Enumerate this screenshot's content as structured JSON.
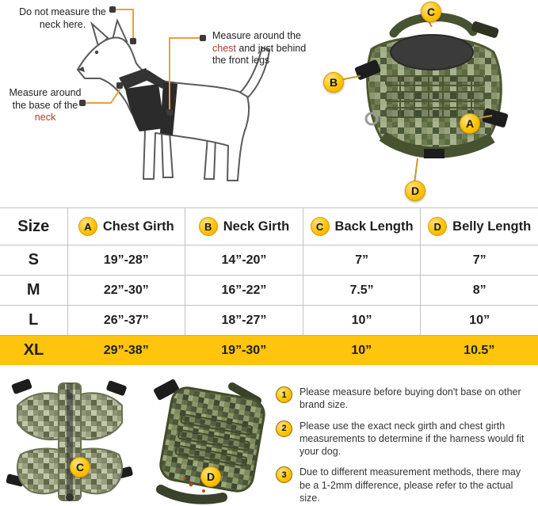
{
  "colors": {
    "marker_fill": "#FFC400",
    "accent_red": "#B5372A",
    "leader_orange": "#E8A13C",
    "highlight_row": "#FFC40D",
    "table_line": "#C2C2C2"
  },
  "measure_diagram": {
    "no_neck_note": "Do not measure the neck here.",
    "chest_note_pre": "Measure around the ",
    "chest_note_highlight": "chest",
    "chest_note_post": " and just behind the front legs",
    "neck_note_pre": "Measure around the base of the ",
    "neck_note_highlight": "neck"
  },
  "harness_markers": {
    "a": "A",
    "b": "B",
    "c": "C",
    "d": "D"
  },
  "size_table": {
    "headers": [
      {
        "marker": "",
        "label": "Size"
      },
      {
        "marker": "A",
        "label": "Chest Girth"
      },
      {
        "marker": "B",
        "label": "Neck Girth"
      },
      {
        "marker": "C",
        "label": "Back Length"
      },
      {
        "marker": "D",
        "label": "Belly Length"
      }
    ],
    "rows": [
      {
        "size": "S",
        "chest_girth": "19”-28”",
        "neck_girth": "14”-20”",
        "back_length": "7”",
        "belly_length": "7”"
      },
      {
        "size": "M",
        "chest_girth": "22”-30”",
        "neck_girth": "16”-22”",
        "back_length": "7.5”",
        "belly_length": "8”"
      },
      {
        "size": "L",
        "chest_girth": "26”-37”",
        "neck_girth": "18”-27”",
        "back_length": "10”",
        "belly_length": "10”"
      },
      {
        "size": "XL",
        "chest_girth": "29”-38”",
        "neck_girth": "19”-30”",
        "back_length": "10”",
        "belly_length": "10.5”"
      }
    ]
  },
  "notes": [
    {
      "number": "1",
      "text": "Please measure before buying don't base on other brand size."
    },
    {
      "number": "2",
      "text": "Please use the exact neck girth and chest girth measurements to determine if the harness would fit your dog."
    },
    {
      "number": "3",
      "text": "Due to different measurement methods, there may be a 1-2mm difference, please refer to the actual size."
    }
  ]
}
